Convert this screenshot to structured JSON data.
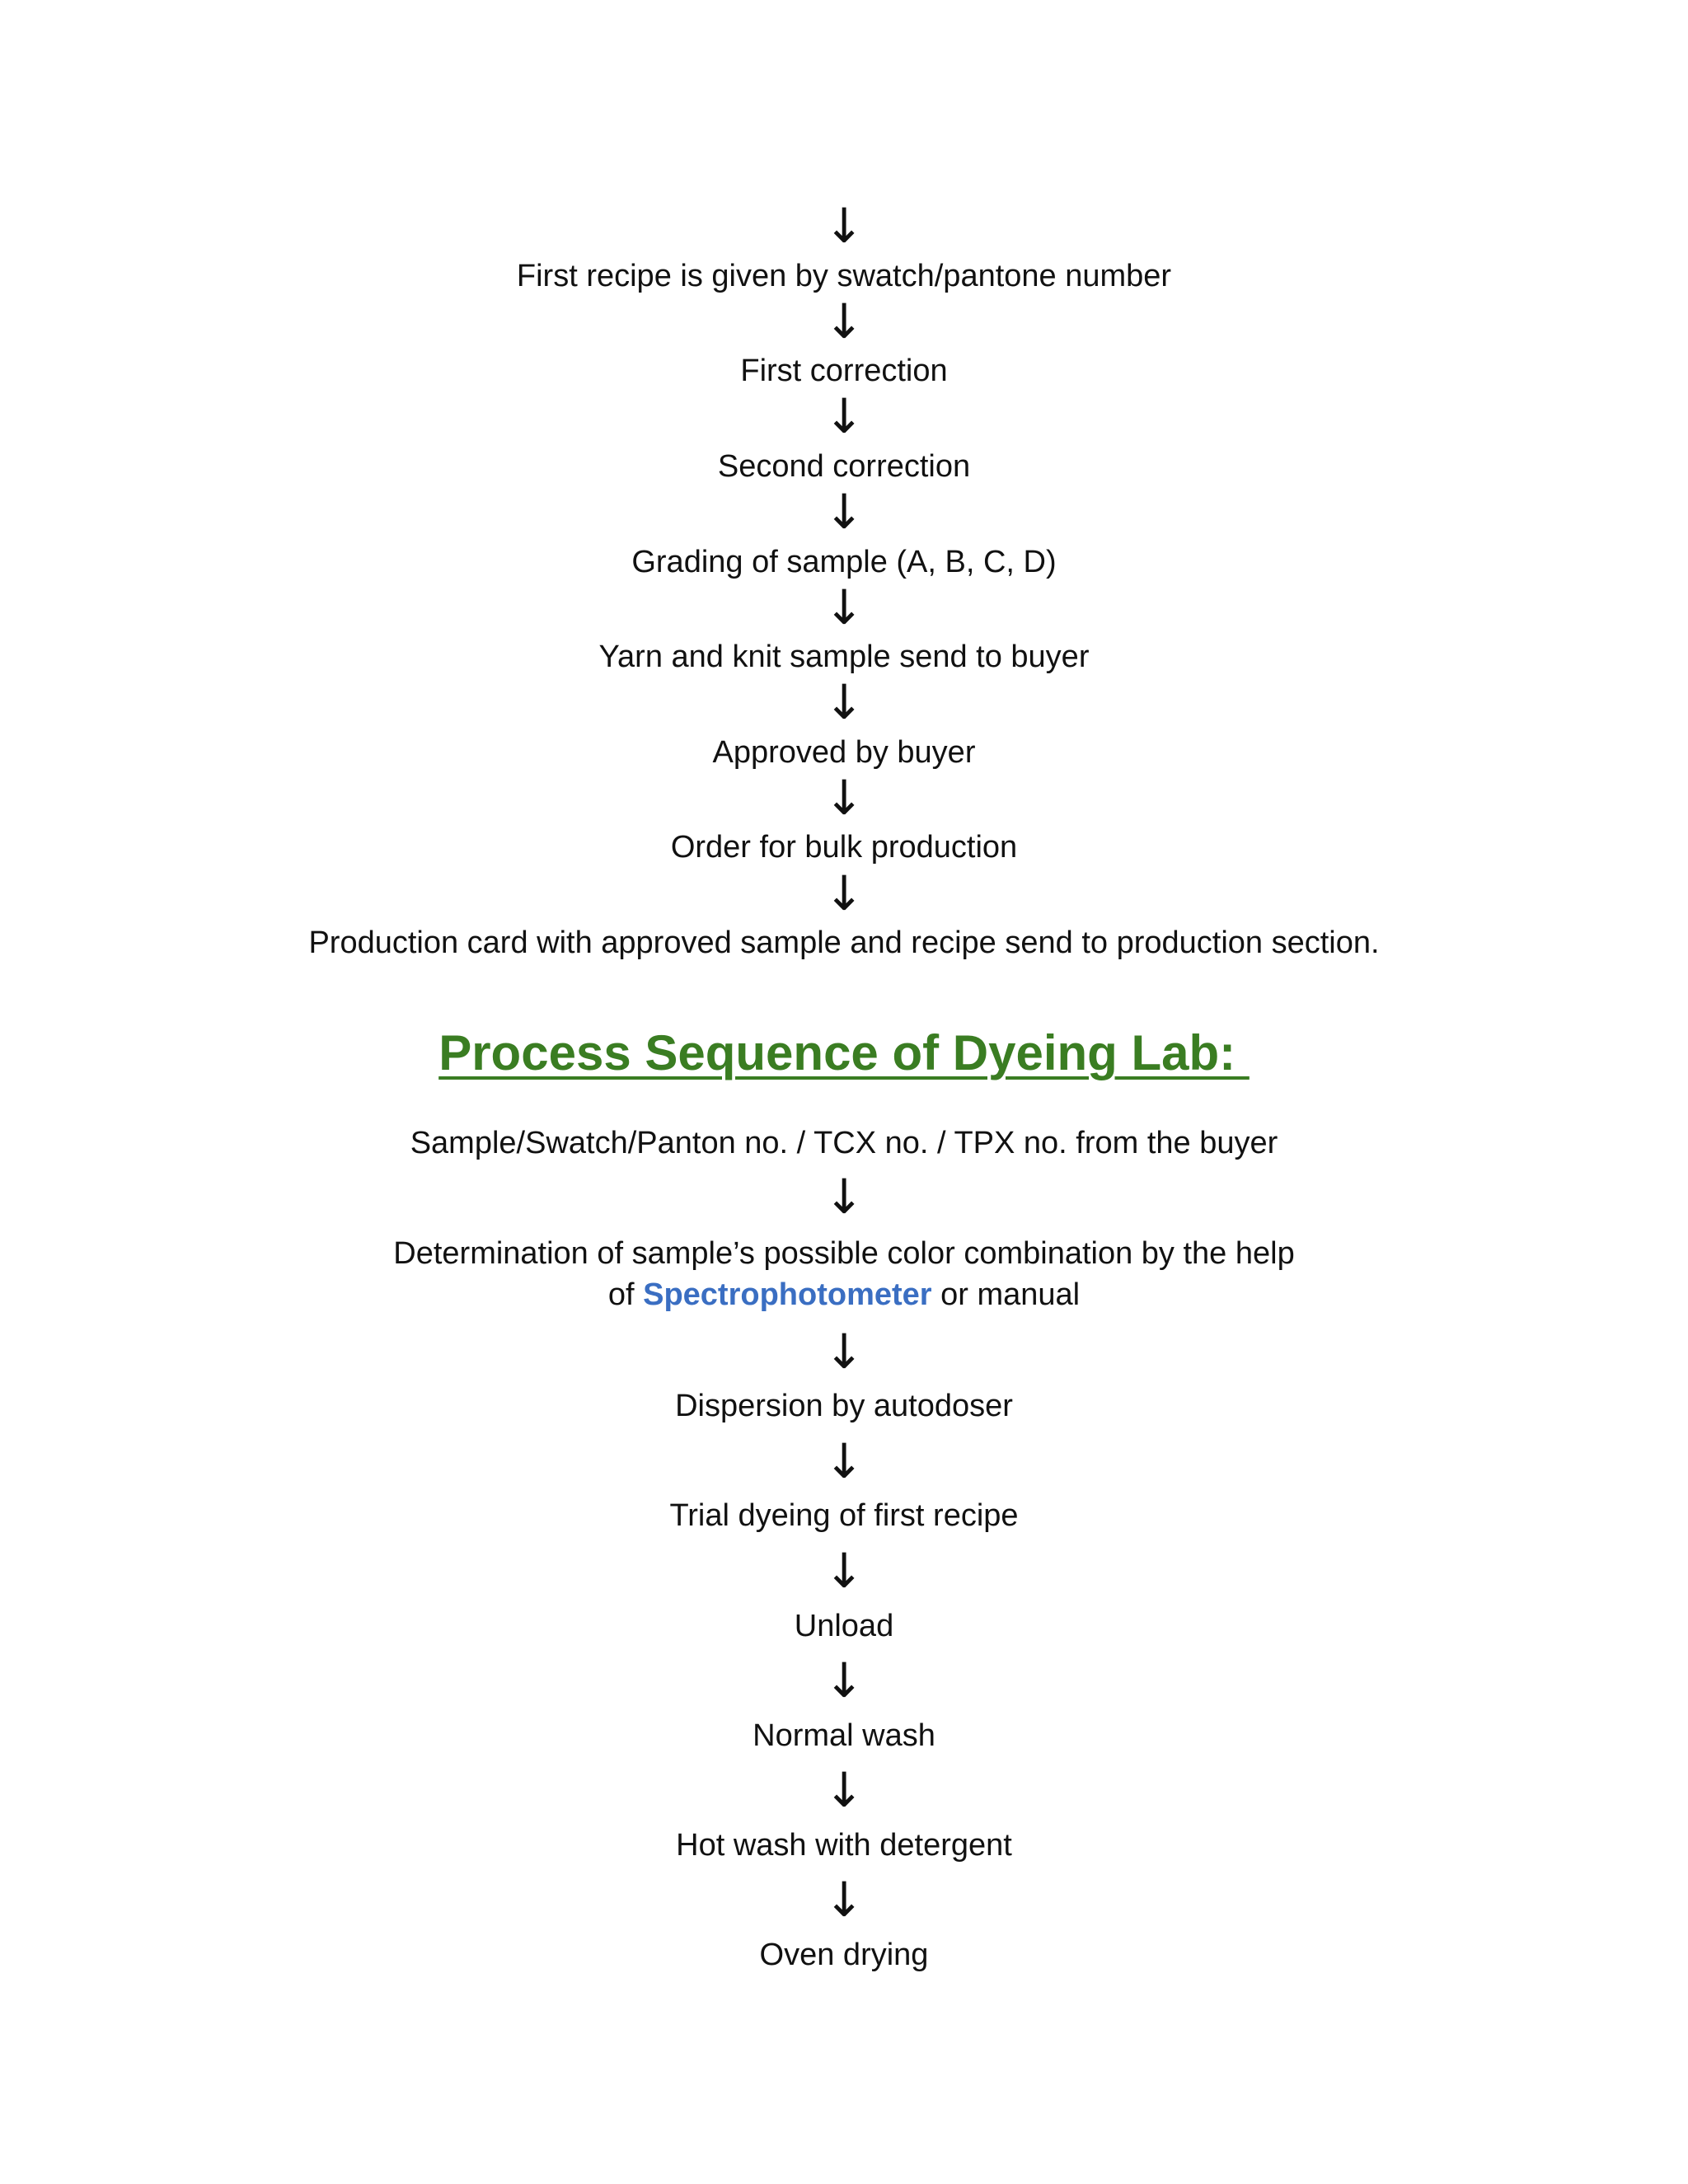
{
  "flow_top": {
    "steps": [
      "First recipe is given by swatch/pantone  number",
      "First correction",
      "Second correction",
      "Grading of sample (A, B, C, D)",
      "Yarn and knit sample send to buyer",
      "Approved by buyer",
      "Order for bulk production",
      "Production card with approved sample and recipe send to production section."
    ],
    "arrow_glyph": "↓"
  },
  "section": {
    "heading": "Process Sequence of Dyeing Lab: "
  },
  "flow_bottom": {
    "start": "Sample/Swatch/Panton  no. / TCX no. / TPX no. from the buyer",
    "determination_line1": "Determination of sample’s possible color combination by the help",
    "determination_line2_prefix": "of ",
    "determination_highlight": "Spectrophotometer",
    "determination_line2_suffix": " or manual",
    "steps": [
      "Dispersion by autodoser",
      "Trial dyeing of first recipe",
      "Unload",
      "Normal wash",
      "Hot wash with detergent",
      "Oven drying"
    ],
    "arrow_glyph": "↓"
  },
  "colors": {
    "heading": "#3a7d22",
    "highlight": "#3a6ec2",
    "text": "#111111"
  }
}
